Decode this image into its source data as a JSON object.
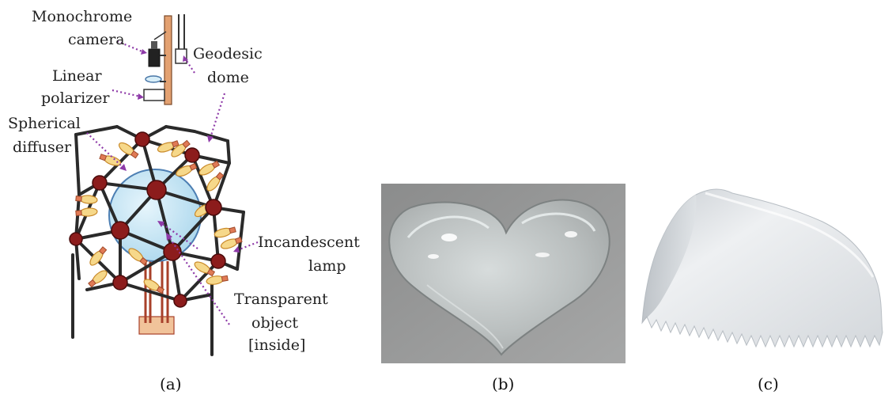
{
  "panel_a": {
    "labels": {
      "camera": [
        "Monochrome",
        "camera"
      ],
      "polarizer": [
        "Linear",
        "polarizer"
      ],
      "dome": [
        "Geodesic",
        "dome"
      ],
      "diffuser": [
        "Spherical",
        "diffuser"
      ],
      "lamp": [
        "Incandescent",
        "lamp"
      ],
      "object": [
        "Transparent",
        "object",
        "[inside]"
      ]
    },
    "caption": "(a)"
  },
  "panel_b": {
    "caption": "(b)"
  },
  "panel_c": {
    "caption": "(c)"
  },
  "colors": {
    "arrow": "#8e3aa8",
    "node": "#8c1c1c",
    "diffuser": "#cfe9f6",
    "stand": "#a8402a",
    "photo_background": "#8f9090",
    "surface": "#e4e7ea"
  }
}
